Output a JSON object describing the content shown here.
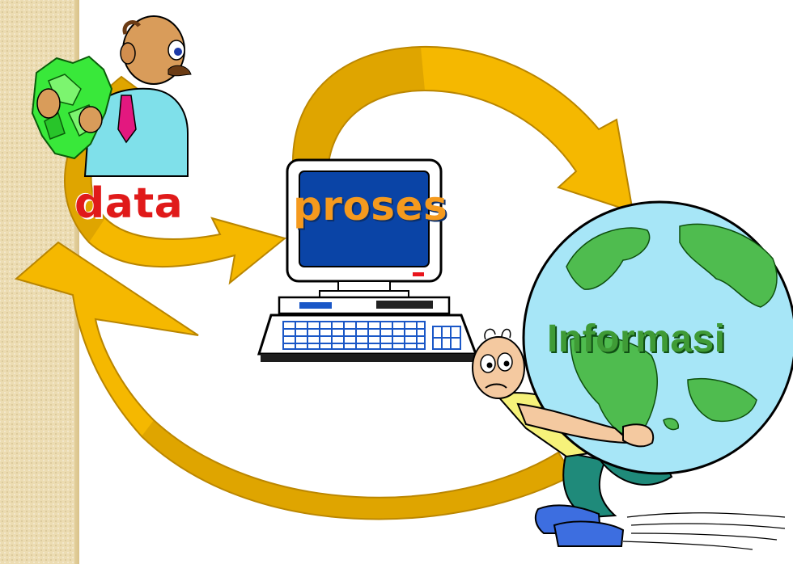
{
  "labels": {
    "data": "data",
    "proses": "proses",
    "informasi": "Informasi"
  },
  "colors": {
    "arrow": "#f5b800",
    "arrow_shadow": "#c68f00",
    "data_text": "#e01a1a",
    "proses_text": "#f59a1e",
    "informasi_text": "#3f9b36",
    "screen": "#0a44a6",
    "globe_ocean": "#a7e6f7",
    "globe_land": "#4fbc4f"
  }
}
